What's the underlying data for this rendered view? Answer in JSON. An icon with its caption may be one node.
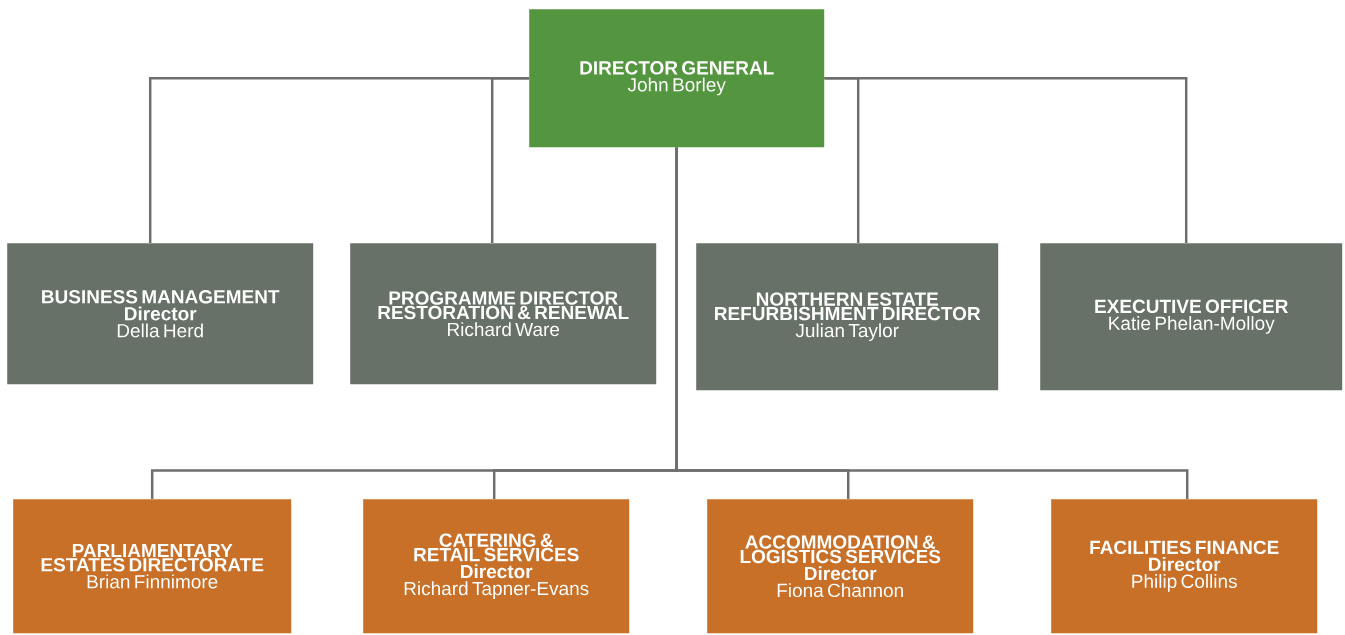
{
  "diagram": {
    "nodes": [
      {
        "text": [
          "DIRECTOR GENERAL",
          "John Borley"
        ]
      },
      {
        "text": [
          "BUSINESS MANAGEMENT",
          "Director",
          "Della Herd"
        ]
      },
      {
        "text": [
          "PROGRAMME DIRECTOR RESTORATION & RENEWAL",
          "Richard Ware"
        ]
      },
      {
        "text": [
          "NORTHERN ESTATE REFURBISHMENT DIRECTOR",
          "Julian Taylor"
        ]
      },
      {
        "text": [
          "EXECUTIVE OFFICER",
          "Katie Phelan-Molloy"
        ]
      },
      {
        "text": [
          "PARLIAMENTARY ESTATES DIRECTORATE",
          "Brian Finnimore"
        ]
      },
      {
        "text": [
          "CATERING & RETAIL SERVICES",
          "Director",
          "Richard Tapner-Evans"
        ]
      },
      {
        "text": [
          "ACCOMMODATION & LOGISTICS SERVICES",
          "Director",
          "Fiona Channon"
        ]
      },
      {
        "text": [
          "FACILITIES FINANCE",
          "Director",
          "Philip Collins"
        ]
      }
    ],
    "edges": [
      {
        "from": 0,
        "to": 1,
        "arrow": "none"
      },
      {
        "from": 0,
        "to": 2,
        "arrow": "none"
      },
      {
        "from": 0,
        "to": 3,
        "arrow": "none"
      },
      {
        "from": 0,
        "to": 4,
        "arrow": "none"
      },
      {
        "from": 0,
        "to": 5,
        "arrow": "none"
      },
      {
        "from": 0,
        "to": 6,
        "arrow": "none"
      },
      {
        "from": 0,
        "to": 7,
        "arrow": "none"
      },
      {
        "from": 0,
        "to": 8,
        "arrow": "none"
      }
    ]
  }
}
